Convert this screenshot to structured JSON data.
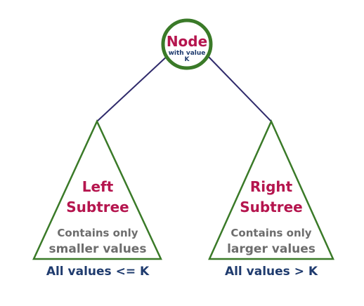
{
  "colors": {
    "edge": "#2f2a6b",
    "outline": "#3a7a28",
    "accent": "#b5154e",
    "gray_text": "#6d6d6d",
    "navy_text": "#1f3b6e"
  },
  "node": {
    "title": "Node",
    "line1": "with value",
    "line2": "K"
  },
  "left_subtree": {
    "title_line1": "Left",
    "title_line2": "Subtree",
    "desc_line1": "Contains only",
    "desc_line2": "smaller values",
    "caption": "All values <= K"
  },
  "right_subtree": {
    "title_line1": "Right",
    "title_line2": "Subtree",
    "desc_line1": "Contains only",
    "desc_line2": "larger values",
    "caption": "All values > K"
  }
}
